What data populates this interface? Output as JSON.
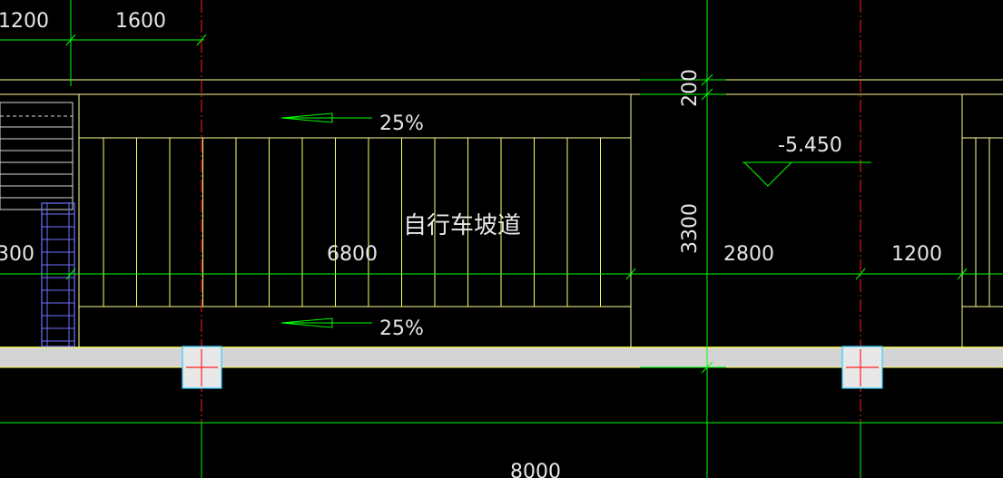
{
  "drawing": {
    "dimensions": {
      "top_left_1200": "1200",
      "top_1600": "1600",
      "vertical_200": "200",
      "vertical_3300": "3300",
      "mid_300": "300",
      "mid_6800": "6800",
      "mid_2800": "2800",
      "mid_1200": "1200",
      "bottom_8000": "8000"
    },
    "slopes": {
      "upper": "25%",
      "lower": "25%"
    },
    "elevation": "-5.450",
    "ramp_label": "自行车坡道"
  },
  "colors": {
    "background": "#000000",
    "dimension_line": "#00ff00",
    "axis_line": "#ff0000",
    "wall_line": "#ffff99",
    "hatch_line": "#ffff66",
    "text": "#e6e6e6",
    "column": "#33ccff",
    "slab": "#d4d4d4",
    "stair": "#7070ff"
  }
}
